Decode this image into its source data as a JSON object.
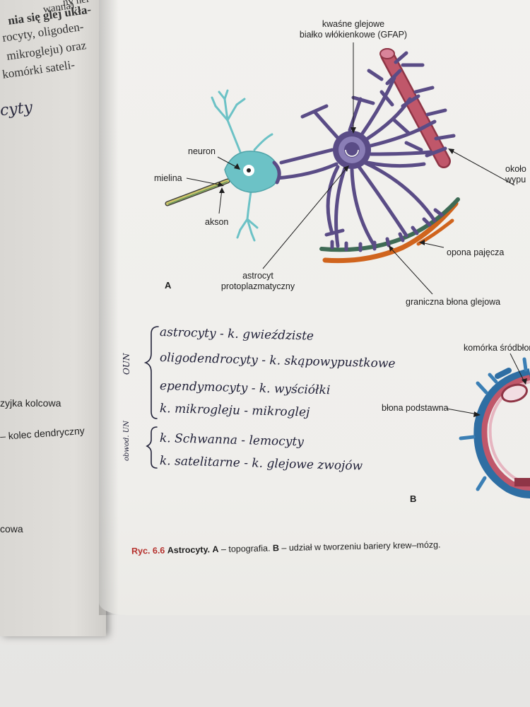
{
  "left_page": {
    "lines": [
      {
        "text": "ny ner-",
        "bold": false
      },
      {
        "text": "nia się glej ukła-",
        "bold": true
      },
      {
        "text": "rocyty, oligoden-",
        "bold": false
      },
      {
        "text": "mikrogleju) oraz",
        "bold": false
      },
      {
        "text": "komórki sateli-",
        "bold": false
      }
    ],
    "partial_top": "wanna).",
    "handwritten": "cyty",
    "labels": [
      "zyjka kolcowa",
      "– kolec dendryczny",
      "cowa"
    ]
  },
  "figure": {
    "labels": {
      "gfap": "kwaśne glejowe\nbiałko włókienkowe (GFAP)",
      "neuron": "neuron",
      "mielina": "mielina",
      "akson": "akson",
      "astrocyt": "astrocyt\nprotoplazmatyczny",
      "okol": "około\nwypu",
      "opona": "opona pajęcza",
      "graniczna": "graniczna błona glejowa",
      "komorka": "komórka śródbłon",
      "blona": "błona podstawna"
    },
    "panel_a": "A",
    "panel_b": "B"
  },
  "notes": {
    "oun_label": "OUN",
    "obw_label": "obwod. UN",
    "lines": [
      "astrocyty - k. gwieździste",
      "oligodendrocyty - k. skąpowypustkowe",
      "ependymocyty - k. wyściółki",
      "k. mikrogleju - mikroglej",
      "k. Schwanna - lemocyty",
      "k. satelitarne - k. glejowe zwojów"
    ]
  },
  "caption": {
    "number": "Ryc. 6.6",
    "title": "Astrocyty.",
    "a": "A",
    "a_text": " – topografia. ",
    "b": "B",
    "b_text": " – udział w tworzeniu bariery krew–mózg."
  },
  "colors": {
    "astrocyte": "#5a4c86",
    "vessel": "#b94d5f",
    "neuron": "#6cc2c6",
    "pia_green": "#3e6b55",
    "arachnoid": "#d0641d",
    "endothelium": "#3b7fb5"
  }
}
